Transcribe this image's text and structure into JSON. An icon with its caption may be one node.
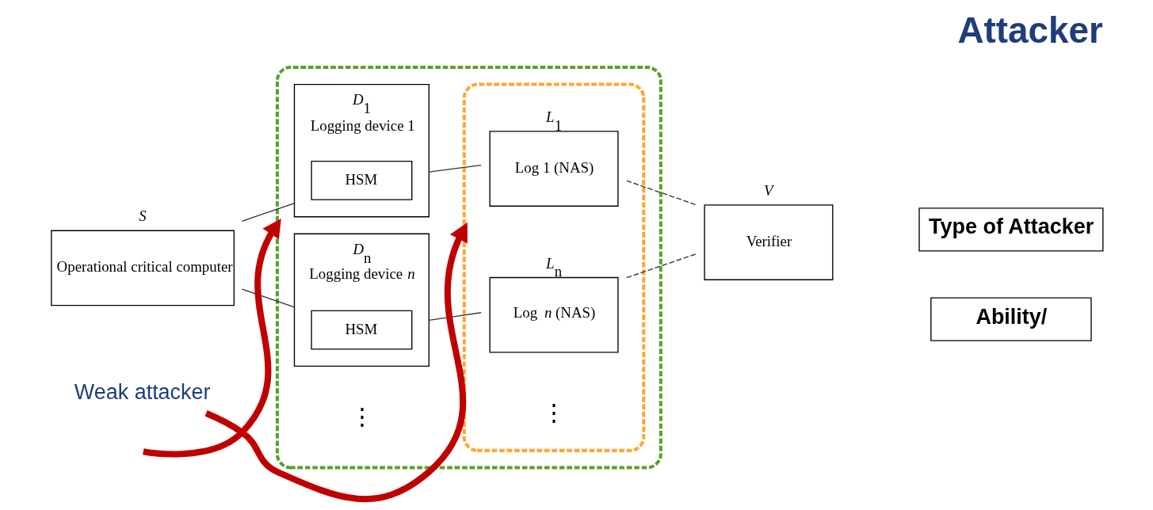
{
  "diagram": {
    "title": "Attacker",
    "nodes": [
      {
        "text": [
          "*S*",
          "Operational critical computer"
        ]
      },
      {
        "text": [],
        "shape": "box"
      },
      {
        "text": [
          "*D*$_{1}$",
          "Logging device 1"
        ],
        "in": 1
      },
      {
        "text": [
          "HSM"
        ],
        "in": 2
      },
      {
        "text": [
          "*D*$_{n}$",
          "Logging device *n*"
        ],
        "in": 1
      },
      {
        "text": [
          "HSM"
        ],
        "in": 4
      },
      {
        "text": [],
        "shape": "box",
        "in": 1
      },
      {
        "text": [
          "*L*$_{1}$",
          "Log 1 (NAS)"
        ],
        "in": 6
      },
      {
        "text": [
          "*L*$_{n}$",
          "Log *n* (NAS)"
        ],
        "in": 6
      },
      {
        "text": [
          "*V*",
          "Verifier"
        ]
      },
      {
        "text": [
          "Weak attacker"
        ]
      }
    ],
    "edges": [
      {
        "from": 0,
        "to": 2,
        "arrow": "none"
      },
      {
        "from": 0,
        "to": 4,
        "arrow": "none"
      },
      {
        "from": 2,
        "to": 7,
        "arrow": "none"
      },
      {
        "from": 4,
        "to": 8,
        "arrow": "none"
      },
      {
        "from": 7,
        "to": 9,
        "arrow": "none",
        "style": "dashed"
      },
      {
        "from": 8,
        "to": 9,
        "arrow": "none",
        "style": "dashed"
      },
      {
        "from": 10,
        "to": 6,
        "arrow": "to",
        "style": "thick",
        "color": "#c00000"
      },
      {
        "from": null,
        "to": 1,
        "arrow": "to",
        "style": "thick",
        "color": "#c00000"
      }
    ],
    "labels": [
      "⋮",
      "⋮",
      "Type of Attacker",
      "Ability/"
    ]
  }
}
